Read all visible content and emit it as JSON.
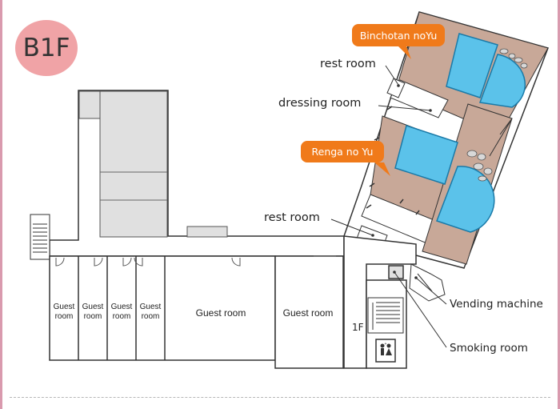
{
  "floor_label": "B1F",
  "baths": {
    "binchotan": "Binchotan noYu",
    "renga": "Renga no Yu"
  },
  "labels": {
    "rest_room_upper": "rest room",
    "dressing_room": "dressing room",
    "rest_room_lower": "rest room",
    "vending_machine": "Vending machine",
    "smoking_room": "Smoking room",
    "stairs_1f": "1F"
  },
  "guest_rooms": {
    "small_line1": "Guest",
    "small_line2": "room",
    "large": "Guest room"
  },
  "colors": {
    "bath_area": "#c8a898",
    "water": "#5bc2ea",
    "callout": "#f07a1a",
    "badge": "#f0a3a6",
    "frame": "#d99aae"
  }
}
